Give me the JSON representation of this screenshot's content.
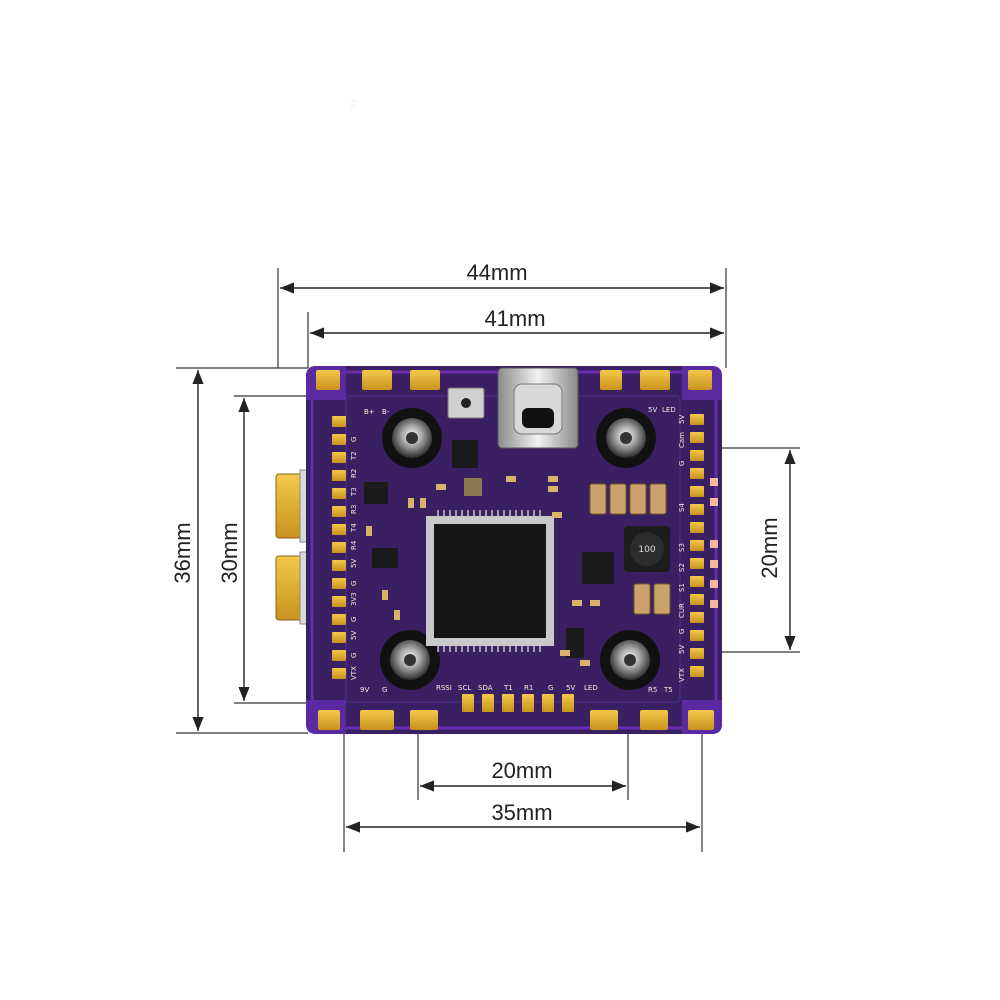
{
  "dimensions": {
    "top_outer": "44mm",
    "top_inner": "41mm",
    "left_outer": "36mm",
    "left_inner": "30mm",
    "right": "20mm",
    "bottom_inner": "20mm",
    "bottom_outer": "35mm"
  },
  "board": {
    "chip_marking": "100",
    "top_labels": [
      "B+",
      "B-",
      "5V",
      "LED"
    ],
    "left_labels": [
      "9V",
      "G",
      "T2",
      "R2",
      "T3",
      "R3",
      "T4",
      "R4",
      "5V",
      "G",
      "3V3",
      "G",
      "5V",
      "G",
      "VTX"
    ],
    "right_labels": [
      "5V",
      "Cam",
      "G",
      "S4",
      "S3",
      "S2",
      "S1",
      "CUR",
      "G",
      "5V",
      "VTX"
    ],
    "bottom_labels": [
      "9V",
      "G",
      "RSSI",
      "SCL",
      "SDA",
      "T1",
      "R1",
      "G",
      "5V",
      "LED",
      "R5",
      "T5"
    ]
  },
  "colors": {
    "pcb": "#3a1f63",
    "pad": "#e3b02e",
    "accent_purple": "#6a2bb0"
  }
}
